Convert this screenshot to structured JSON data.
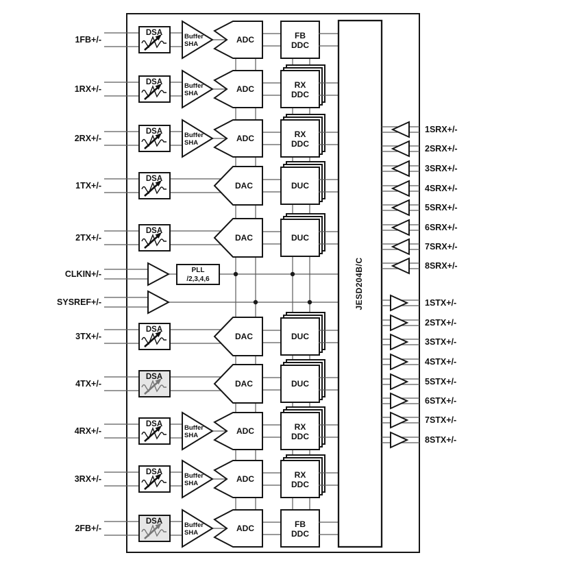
{
  "diagram": {
    "jesd_label": "JESD204B/C",
    "pll": {
      "line1": "PLL",
      "line2": "/2,3,4,6"
    },
    "clkin": {
      "label": "CLKIN+/-"
    },
    "sysref": {
      "label": "SYSREF+/-"
    },
    "rows": [
      {
        "pin": "1FB+/-",
        "dsa": "DSA",
        "buf1": "Buffer",
        "buf2": "SHA",
        "conv": "ADC",
        "dsp1": "FB",
        "dsp2": "DDC"
      },
      {
        "pin": "1RX+/-",
        "dsa": "DSA",
        "buf1": "Buffer",
        "buf2": "SHA",
        "conv": "ADC",
        "dsp1": "RX",
        "dsp2": "DDC"
      },
      {
        "pin": "2RX+/-",
        "dsa": "DSA",
        "buf1": "Buffer",
        "buf2": "SHA",
        "conv": "ADC",
        "dsp1": "RX",
        "dsp2": "DDC"
      },
      {
        "pin": "1TX+/-",
        "dsa": "DSA",
        "conv": "DAC",
        "dsp1": "DUC"
      },
      {
        "pin": "2TX+/-",
        "dsa": "DSA",
        "conv": "DAC",
        "dsp1": "DUC"
      },
      {
        "pin": "3TX+/-",
        "dsa": "DSA",
        "conv": "DAC",
        "dsp1": "DUC"
      },
      {
        "pin": "4TX+/-",
        "dsa": "DSA",
        "conv": "DAC",
        "dsp1": "DUC"
      },
      {
        "pin": "4RX+/-",
        "dsa": "DSA",
        "buf1": "Buffer",
        "buf2": "SHA",
        "conv": "ADC",
        "dsp1": "RX",
        "dsp2": "DDC"
      },
      {
        "pin": "3RX+/-",
        "dsa": "DSA",
        "buf1": "Buffer",
        "buf2": "SHA",
        "conv": "ADC",
        "dsp1": "RX",
        "dsp2": "DDC"
      },
      {
        "pin": "2FB+/-",
        "dsa": "DSA",
        "buf1": "Buffer",
        "buf2": "SHA",
        "conv": "ADC",
        "dsp1": "FB",
        "dsp2": "DDC"
      }
    ],
    "serdes_rx": [
      {
        "label": "1SRX+/-"
      },
      {
        "label": "2SRX+/-"
      },
      {
        "label": "3SRX+/-"
      },
      {
        "label": "4SRX+/-"
      },
      {
        "label": "5SRX+/-"
      },
      {
        "label": "6SRX+/-"
      },
      {
        "label": "7SRX+/-"
      },
      {
        "label": "8SRX+/-"
      }
    ],
    "serdes_tx": [
      {
        "label": "1STX+/-"
      },
      {
        "label": "2STX+/-"
      },
      {
        "label": "3STX+/-"
      },
      {
        "label": "4STX+/-"
      },
      {
        "label": "5STX+/-"
      },
      {
        "label": "6STX+/-"
      },
      {
        "label": "7STX+/-"
      },
      {
        "label": "8STX+/-"
      }
    ]
  },
  "colors": {
    "wire": "#5a5a5a",
    "block_border": "#151515",
    "block_fill": "#ffffff",
    "dsa_shaded_fill": "#e6e6e6",
    "text": "#111111"
  }
}
